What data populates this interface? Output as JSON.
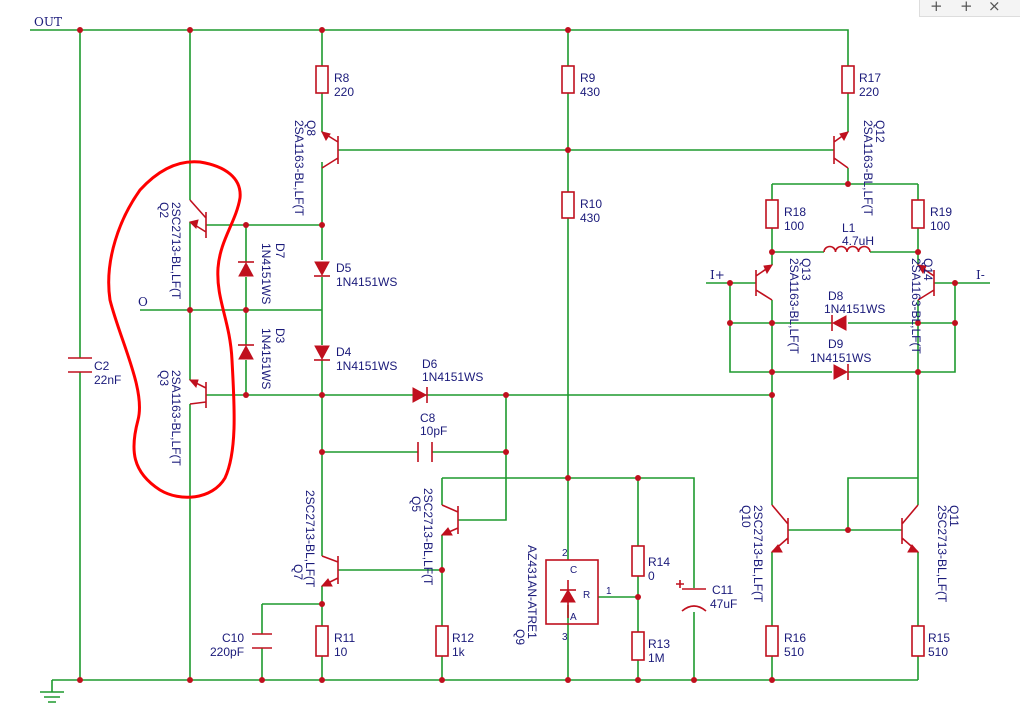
{
  "toolbar": {
    "zoom_in": "+",
    "zoom_fit": "+",
    "close": "×"
  },
  "nets": {
    "out": "OUT",
    "o": "O",
    "i_plus": "I+",
    "i_minus": "I-"
  },
  "components": {
    "R8": {
      "ref": "R8",
      "value": "220"
    },
    "R9": {
      "ref": "R9",
      "value": "430"
    },
    "R17": {
      "ref": "R17",
      "value": "220"
    },
    "R10": {
      "ref": "R10",
      "value": "430"
    },
    "R18": {
      "ref": "R18",
      "value": "100"
    },
    "R19": {
      "ref": "R19",
      "value": "100"
    },
    "L1": {
      "ref": "L1",
      "value": "4.7uH"
    },
    "D5": {
      "ref": "D5",
      "value": "1N4151WS"
    },
    "D4": {
      "ref": "D4",
      "value": "1N4151WS"
    },
    "D6": {
      "ref": "D6",
      "value": "1N4151WS"
    },
    "D7": {
      "ref": "D7",
      "value": "1N4151WS"
    },
    "D3": {
      "ref": "D3",
      "value": "1N4151WS"
    },
    "D8": {
      "ref": "D8",
      "value": "1N4151WS"
    },
    "D9": {
      "ref": "D9",
      "value": "1N4151WS"
    },
    "C2": {
      "ref": "C2",
      "value": "22nF"
    },
    "C8": {
      "ref": "C8",
      "value": "10pF"
    },
    "C10": {
      "ref": "C10",
      "value": "220pF"
    },
    "C11": {
      "ref": "C11",
      "value": "47uF"
    },
    "R11": {
      "ref": "R11",
      "value": "10"
    },
    "R12": {
      "ref": "R12",
      "value": "1k"
    },
    "R13": {
      "ref": "R13",
      "value": "1M"
    },
    "R14": {
      "ref": "R14",
      "value": "0"
    },
    "R15": {
      "ref": "R15",
      "value": "510"
    },
    "R16": {
      "ref": "R16",
      "value": "510"
    },
    "Q2": {
      "ref": "Q2",
      "value": "2SC2713-BL,LF(T"
    },
    "Q3": {
      "ref": "Q3",
      "value": "2SA1163-BL,LF(T"
    },
    "Q5": {
      "ref": "Q5",
      "value": "2SC2713-BL,LF(T"
    },
    "Q7": {
      "ref": "Q7",
      "value": "2SC2713-BL,LF(T"
    },
    "Q8": {
      "ref": "Q8",
      "value": "2SA1163-BL,LF(T"
    },
    "Q9": {
      "ref": "Q9",
      "value": "AZ431AN-ATRE1"
    },
    "Q10": {
      "ref": "Q10",
      "value": "2SC2713-BL,LF(T"
    },
    "Q11": {
      "ref": "Q11",
      "value": "2SC2713-BL,LF(T"
    },
    "Q12": {
      "ref": "Q12",
      "value": "2SA1163-BL,LF(T"
    },
    "Q13": {
      "ref": "Q13",
      "value": "2SA1163-BL,LF(T"
    },
    "Q14": {
      "ref": "Q14",
      "value": "2SA1163-BL,LF(T"
    }
  },
  "q9_pins": {
    "c_num": "2",
    "c": "C",
    "r": "R",
    "r_num": "1",
    "a": "A",
    "a_num": "3"
  },
  "colors": {
    "wire": "#1e9a2e",
    "component": "#c0101e",
    "label": "#1a1a7a",
    "highlight": "#ff0000"
  }
}
